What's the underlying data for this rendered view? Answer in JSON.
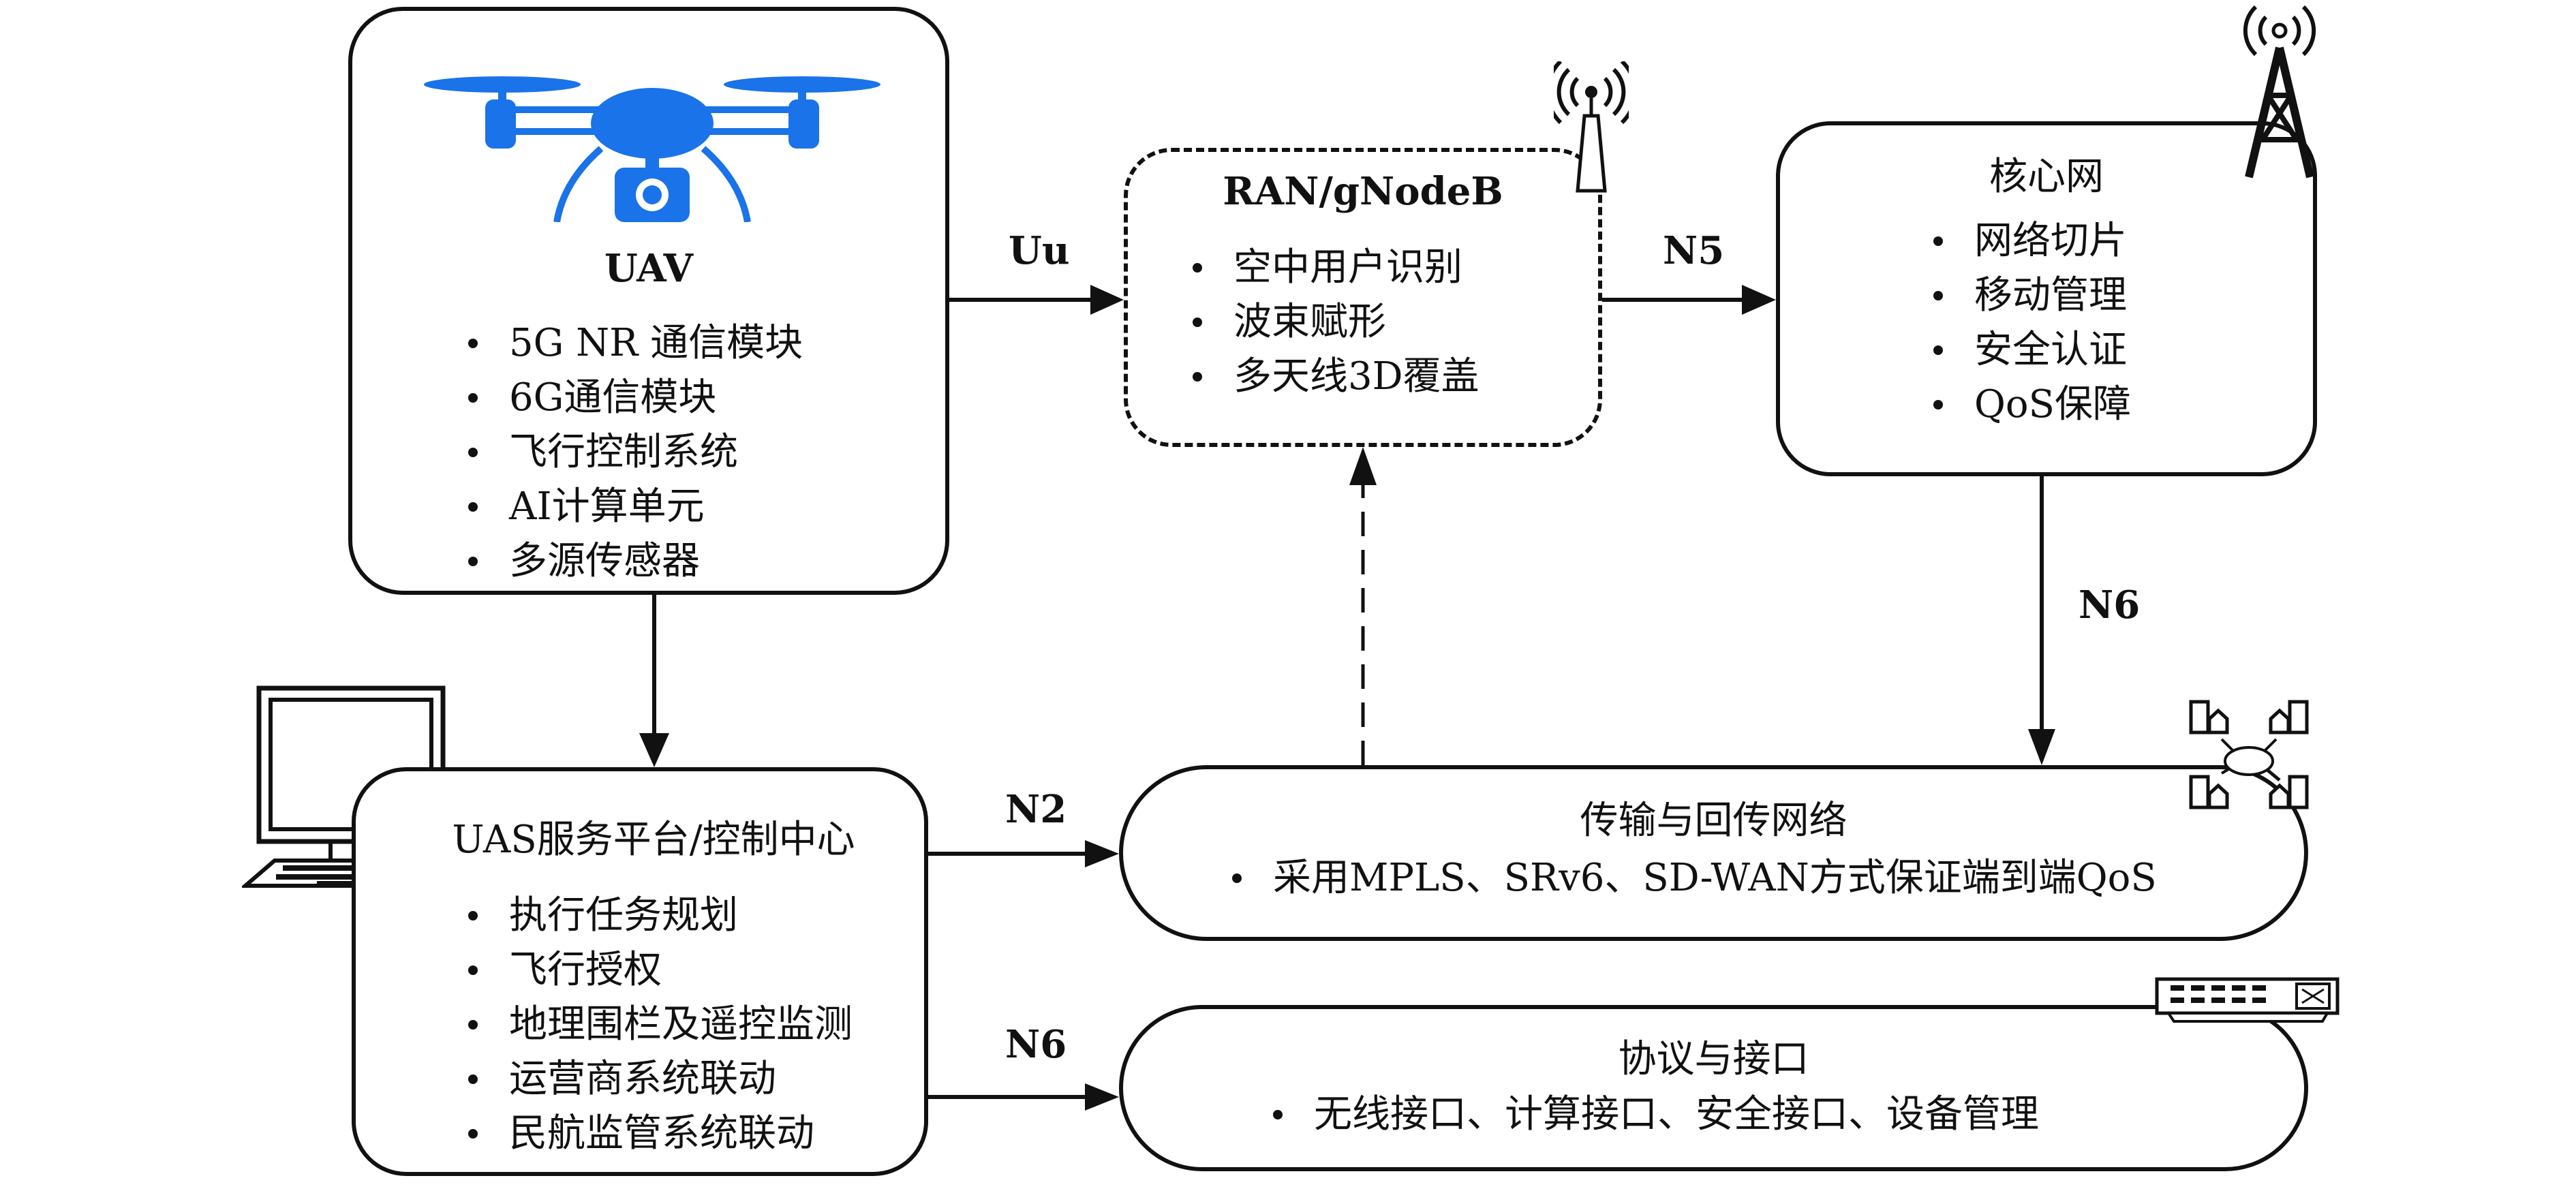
{
  "diagram": {
    "uav": {
      "title": "UAV",
      "items": [
        "5G NR 通信模块",
        "6G通信模块",
        "飞行控制系统",
        "AI计算单元",
        "多源传感器"
      ]
    },
    "ran": {
      "title": "RAN/gNodeB",
      "items": [
        "空中用户识别",
        "波束赋形",
        "多天线3D覆盖"
      ]
    },
    "core": {
      "title": "核心网",
      "items": [
        "网络切片",
        "移动管理",
        "安全认证",
        "QoS保障"
      ]
    },
    "uas": {
      "title": "UAS服务平台/控制中心",
      "items": [
        "执行任务规划",
        "飞行授权",
        "地理围栏及遥控监测",
        "运营商系统联动",
        "民航监管系统联动"
      ]
    },
    "transport": {
      "title": "传输与回传网络",
      "items": [
        "采用MPLS、SRv6、SD-WAN方式保证端到端QoS"
      ]
    },
    "protocol": {
      "title": "协议与接口",
      "items": [
        "无线接口、计算接口、安全接口、设备管理"
      ]
    },
    "links": {
      "uu": "Uu",
      "n5": "N5",
      "n6_core": "N6",
      "n2": "N2",
      "n6_uas": "N6"
    },
    "icons": {
      "uav": "drone-icon",
      "ran": "antenna-icon",
      "core": "cell-tower-icon",
      "uas": "computer-icon",
      "transport": "network-cloud-icon",
      "protocol": "switch-icon"
    },
    "colors": {
      "drone": "#1a73e8",
      "stroke": "#111111"
    }
  }
}
